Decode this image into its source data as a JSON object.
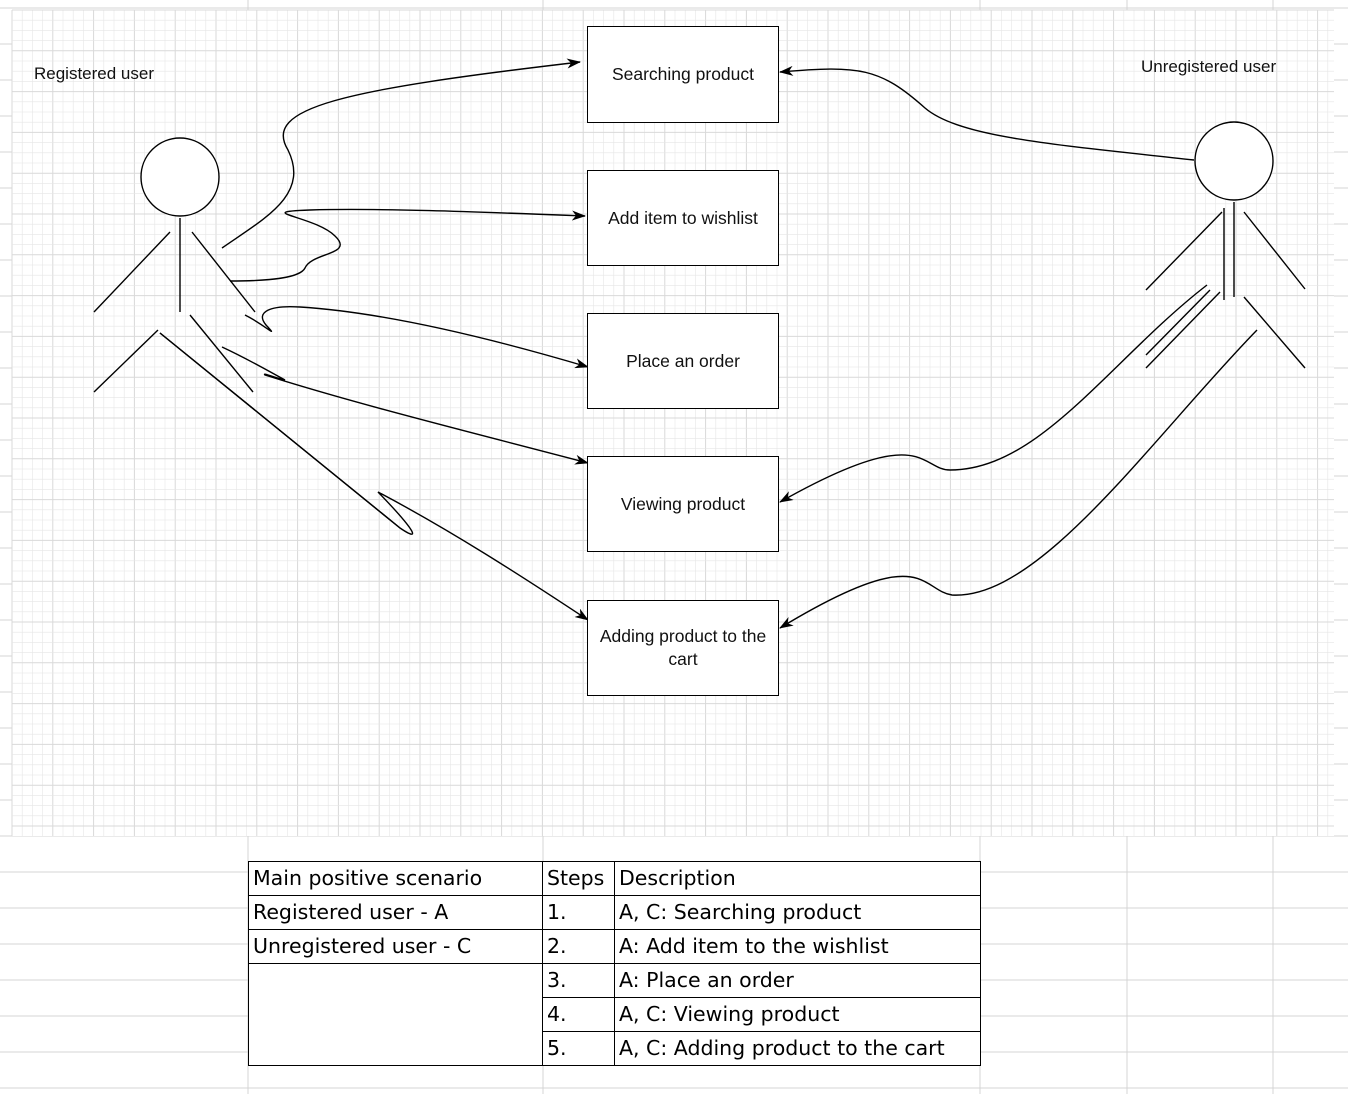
{
  "diagram": {
    "actors": [
      {
        "id": "registered",
        "label": "Registered user"
      },
      {
        "id": "unregistered",
        "label": "Unregistered user"
      }
    ],
    "use_cases": [
      {
        "id": "search",
        "label": "Searching product"
      },
      {
        "id": "wishlist",
        "label": "Add item to wishlist"
      },
      {
        "id": "order",
        "label": "Place an order"
      },
      {
        "id": "view",
        "label": "Viewing product"
      },
      {
        "id": "cart",
        "label": "Adding product to the cart"
      }
    ],
    "associations": [
      {
        "from": "registered",
        "to": "search"
      },
      {
        "from": "registered",
        "to": "wishlist"
      },
      {
        "from": "registered",
        "to": "order"
      },
      {
        "from": "registered",
        "to": "view"
      },
      {
        "from": "registered",
        "to": "cart"
      },
      {
        "from": "unregistered",
        "to": "search"
      },
      {
        "from": "unregistered",
        "to": "view"
      },
      {
        "from": "unregistered",
        "to": "cart"
      }
    ]
  },
  "table": {
    "header": {
      "col1": "Main positive scenario",
      "col2": "Steps",
      "col3": "Description"
    },
    "roles": [
      "Registered user - A",
      "Unregistered user - C"
    ],
    "rows": [
      {
        "step": "1.",
        "description": "A, C: Searching product"
      },
      {
        "step": "2.",
        "description": "A: Add item to the wishlist"
      },
      {
        "step": "3.",
        "description": "A: Place an order"
      },
      {
        "step": "4.",
        "description": "A, C: Viewing product"
      },
      {
        "step": "5.",
        "description": "A, C: Adding product to the cart"
      }
    ]
  },
  "colors": {
    "line": "#000000",
    "sheet_grid": "#d4d4d4",
    "canvas_grid": "#e6e6e6"
  }
}
